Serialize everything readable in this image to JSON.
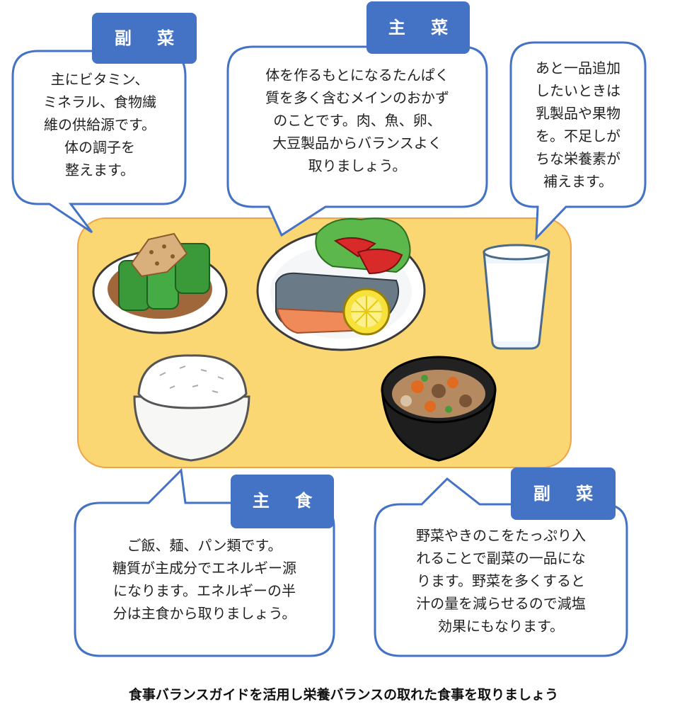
{
  "colors": {
    "bubble_border": "#4472c4",
    "label_fill": "#4472c4",
    "tray_fill": "#fbd774",
    "tray_border": "#f0a44a"
  },
  "bubbles": {
    "fukusai_top": {
      "label": "副 菜",
      "text": "主にビタミン、\nミネラル、食物繊\n維の供給源です。\n体の調子を\n整えます。"
    },
    "shusai": {
      "label": "主 菜",
      "text": "体を作るもとになるたんぱく\n質を多く含むメインのおかず\nのことです。肉、魚、卵、\n大豆製品からバランスよく\n取りましょう。"
    },
    "extra": {
      "text": "あと一品追加\nしたいときは\n乳製品や果物\nを。不足しが\nちな栄養素が\n補えます。"
    },
    "shushoku": {
      "label": "主 食",
      "text": "ご飯、麺、パン類です。\n糖質が主成分でエネルギー源\nになります。エネルギーの半\n分は主食から取りましょう。"
    },
    "fukusai_bottom": {
      "label": "副 菜",
      "text": "野菜やきのこをたっぷり入\nれることで副菜の一品にな\nります。野菜を多くすると\n汁の量を減らせるので減塩\n効果にもなります。"
    }
  },
  "caption": "食事バランスガイドを活用し栄養バランスの取れた食事を取りましょう",
  "icons": [
    "spinach-side-dish-icon",
    "grilled-salmon-plate-icon",
    "milk-glass-icon",
    "rice-bowl-icon",
    "miso-soup-icon"
  ]
}
